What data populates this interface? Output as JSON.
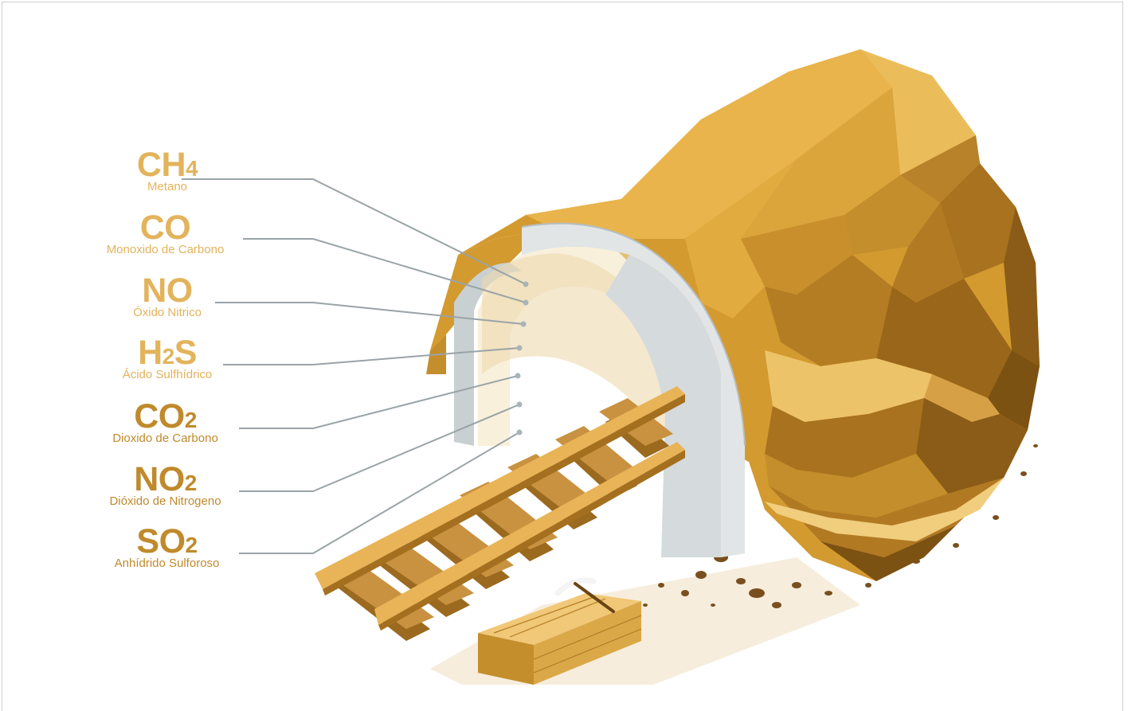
{
  "gases": [
    {
      "formula_main": "CH",
      "formula_sub": "4",
      "formula_tail": "",
      "name": "Metano"
    },
    {
      "formula_main": "CO",
      "formula_sub": "",
      "formula_tail": "",
      "name": "Monoxido de Carbono"
    },
    {
      "formula_main": "NO",
      "formula_sub": "",
      "formula_tail": "",
      "name": "Óxido Nitrico"
    },
    {
      "formula_main": "H",
      "formula_sub": "2",
      "formula_tail": "S",
      "name": "Ácido Sulfhídrico"
    },
    {
      "formula_main": "CO",
      "formula_sub": "2",
      "formula_tail": "",
      "name": "Dioxido de Carbono"
    },
    {
      "formula_main": "NO",
      "formula_sub": "2",
      "formula_tail": "",
      "name": "Dióxido de Nitrogeno"
    },
    {
      "formula_main": "SO",
      "formula_sub": "2",
      "formula_tail": "",
      "name": "Anhídrido Sulforoso"
    }
  ],
  "colors": {
    "light_label": "#e3b35c",
    "dark_label": "#c08a2c",
    "rock_light": "#e6b04a",
    "rock_mid": "#d39a2f",
    "rock_dark": "#a8721e",
    "rock_darkest": "#7c5212",
    "concrete": "#dfe3e4",
    "leader_line": "#9aa3a7"
  }
}
